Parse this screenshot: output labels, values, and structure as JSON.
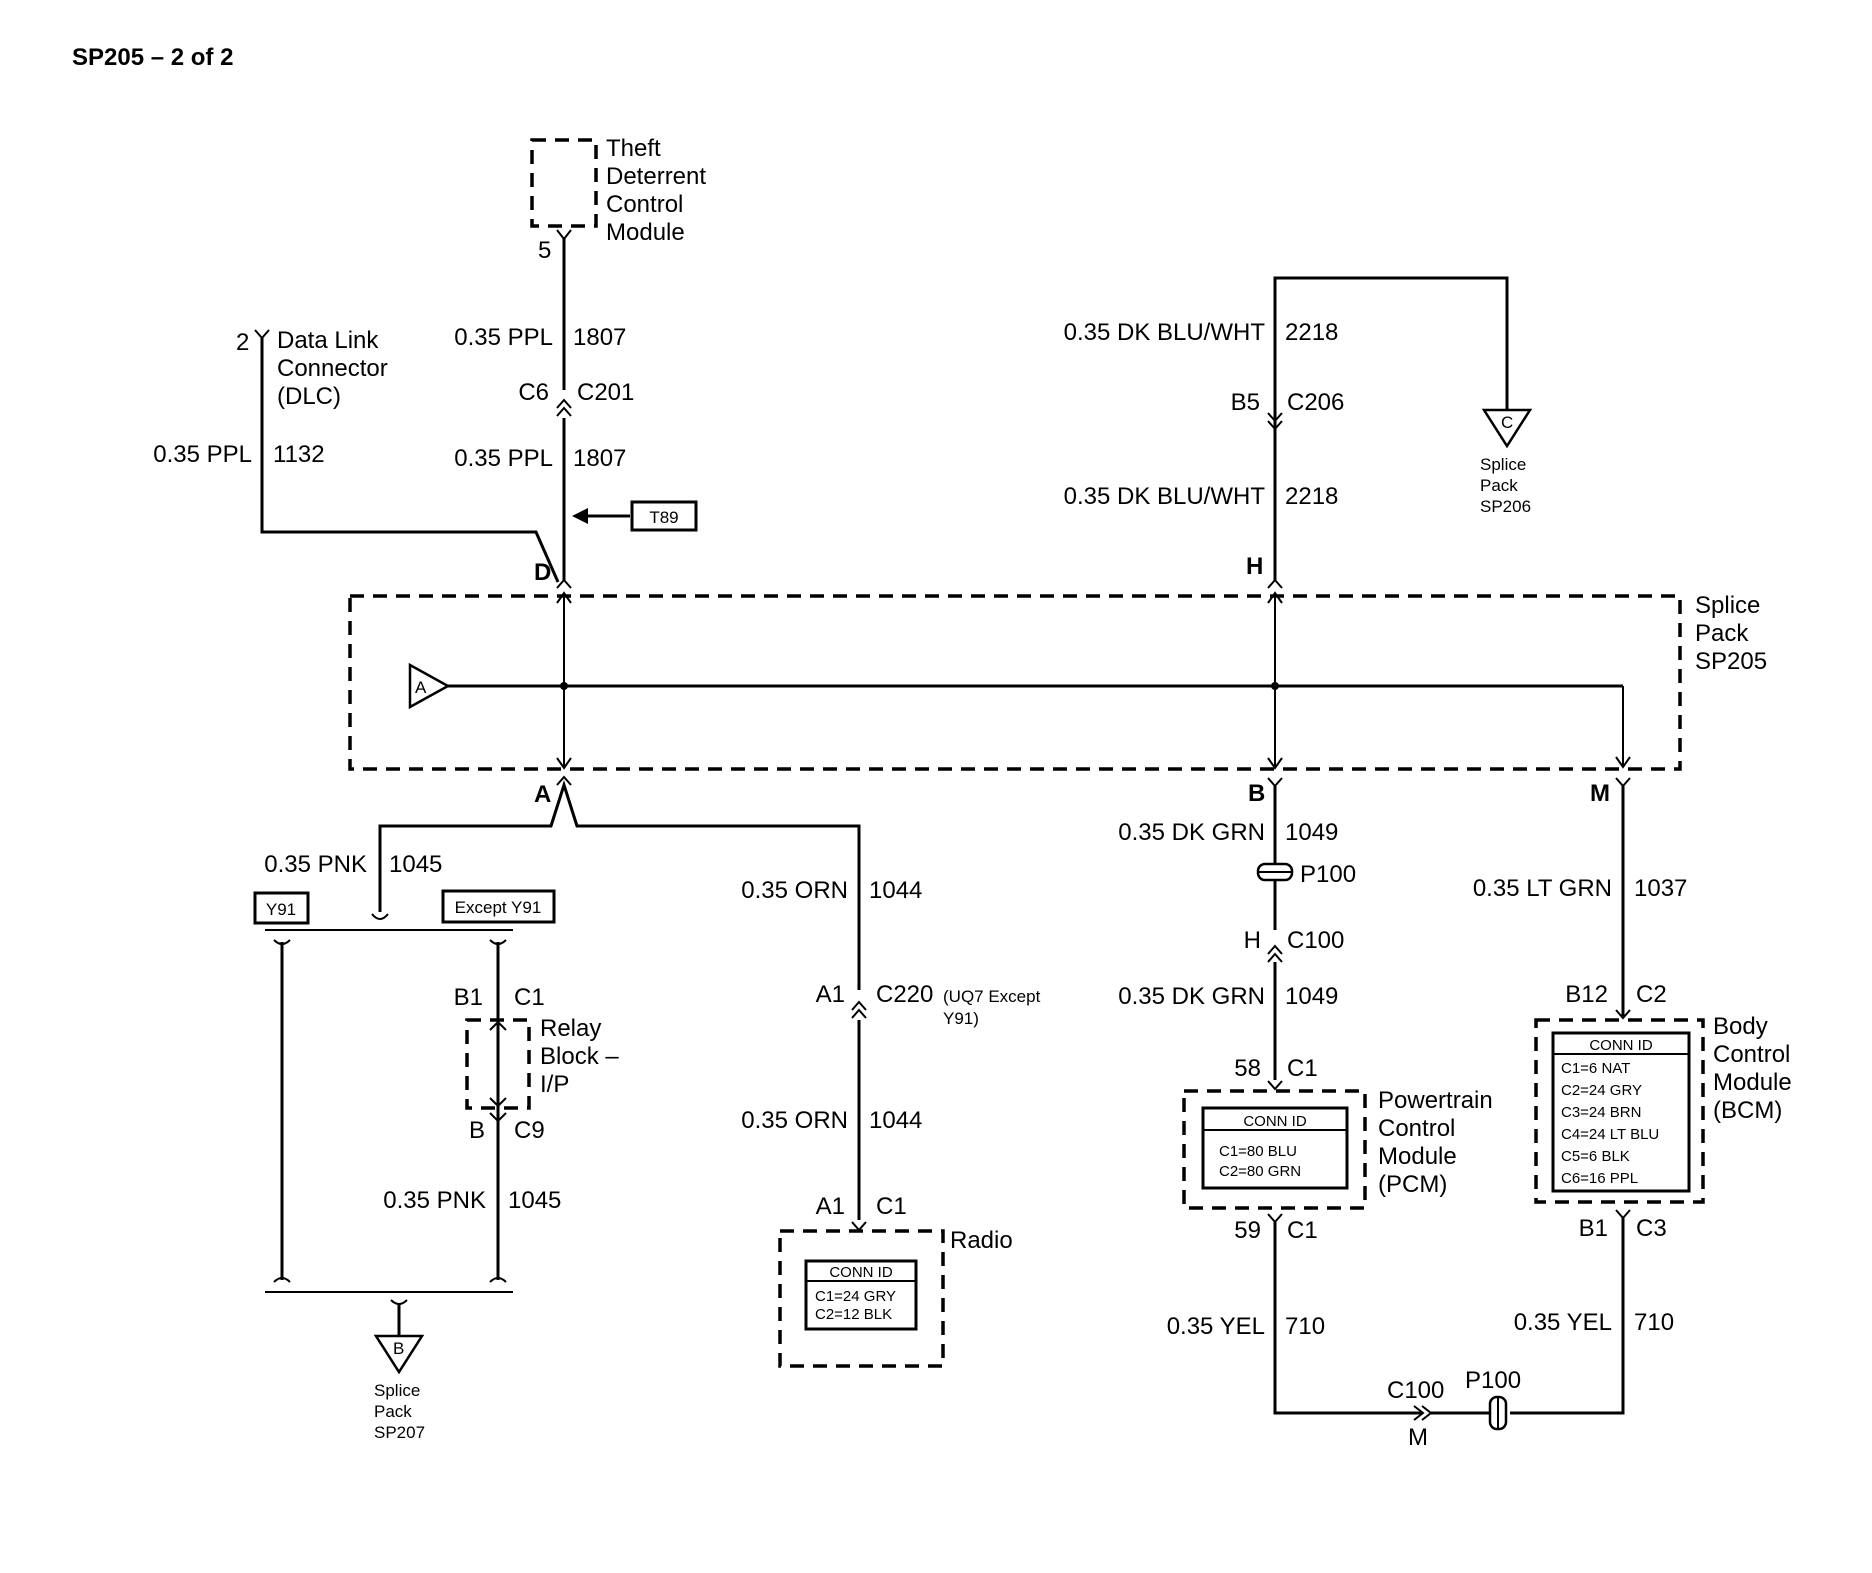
{
  "page_title": "SP205 – 2 of 2",
  "splice_pack": {
    "label": [
      "Splice",
      "Pack",
      "SP205"
    ],
    "input_letter": "A"
  },
  "theft_module": {
    "label": [
      "Theft",
      "Deterrent",
      "Control",
      "Module"
    ],
    "pin": "5",
    "wire_upper": {
      "gauge_color": "0.35 PPL",
      "circuit": "1807"
    },
    "connector": {
      "pin": "C6",
      "name": "C201"
    },
    "wire_lower": {
      "gauge_color": "0.35 PPL",
      "circuit": "1807"
    },
    "tag": "T89",
    "splice_pin": "D"
  },
  "dlc": {
    "label": [
      "Data Link",
      "Connector",
      "(DLC)"
    ],
    "pin": "2",
    "wire": {
      "gauge_color": "0.35 PPL",
      "circuit": "1132"
    }
  },
  "sp206_branch": {
    "wire_upper": {
      "gauge_color": "0.35 DK BLU/WHT",
      "circuit": "2218"
    },
    "connector": {
      "pin": "B5",
      "name": "C206"
    },
    "wire_lower": {
      "gauge_color": "0.35 DK BLU/WHT",
      "circuit": "2218"
    },
    "splice_pin": "H",
    "target": {
      "letter": "C",
      "label": [
        "Splice",
        "Pack",
        "SP206"
      ]
    }
  },
  "left_branch": {
    "splice_pin": "A",
    "pnk_wire": {
      "gauge_color": "0.35 PNK",
      "circuit": "1045"
    },
    "option_y91": "Y91",
    "option_except": "Except Y91",
    "relay_top": {
      "pin": "B1",
      "connector": "C1"
    },
    "relay_label": [
      "Relay",
      "Block –",
      "I/P"
    ],
    "relay_bottom": {
      "pin": "B",
      "connector": "C9"
    },
    "pnk_wire_lower": {
      "gauge_color": "0.35 PNK",
      "circuit": "1045"
    },
    "target": {
      "letter": "B",
      "label": [
        "Splice",
        "Pack",
        "SP207"
      ]
    }
  },
  "radio": {
    "wire_upper": {
      "gauge_color": "0.35 ORN",
      "circuit": "1044"
    },
    "connector": {
      "pin": "A1",
      "name": "C220",
      "note": [
        "(UQ7 Except",
        "Y91)"
      ]
    },
    "wire_lower": {
      "gauge_color": "0.35 ORN",
      "circuit": "1044"
    },
    "module_pin": {
      "pin": "A1",
      "connector": "C1"
    },
    "label": "Radio",
    "conn_id": {
      "title": "CONN ID",
      "rows": [
        "C1=24 GRY",
        "C2=12 BLK"
      ]
    }
  },
  "pcm": {
    "splice_pin": "B",
    "wire_upper": {
      "gauge_color": "0.35 DK GRN",
      "circuit": "1049"
    },
    "p100": "P100",
    "connector": {
      "pin": "H",
      "name": "C100"
    },
    "wire_lower": {
      "gauge_color": "0.35 DK GRN",
      "circuit": "1049"
    },
    "pin_in": {
      "pin": "58",
      "connector": "C1"
    },
    "label": [
      "Powertrain",
      "Control",
      "Module",
      "(PCM)"
    ],
    "conn_id": {
      "title": "CONN ID",
      "rows": [
        "C1=80 BLU",
        "C2=80 GRN"
      ]
    },
    "pin_out": {
      "pin": "59",
      "connector": "C1"
    },
    "yel_wire": {
      "gauge_color": "0.35 YEL",
      "circuit": "710"
    }
  },
  "bcm": {
    "splice_pin": "M",
    "wire": {
      "gauge_color": "0.35 LT GRN",
      "circuit": "1037"
    },
    "pin_in": {
      "pin": "B12",
      "connector": "C2"
    },
    "label": [
      "Body",
      "Control",
      "Module",
      "(BCM)"
    ],
    "conn_id": {
      "title": "CONN ID",
      "rows": [
        "C1=6 NAT",
        "C2=24 GRY",
        "C3=24 BRN",
        "C4=24 LT BLU",
        "C5=6 BLK",
        "C6=16 PPL"
      ]
    },
    "pin_out": {
      "pin": "B1",
      "connector": "C3"
    },
    "yel_wire": {
      "gauge_color": "0.35 YEL",
      "circuit": "710"
    }
  },
  "bottom_link": {
    "c100": "C100",
    "pin": "M",
    "p100": "P100"
  }
}
